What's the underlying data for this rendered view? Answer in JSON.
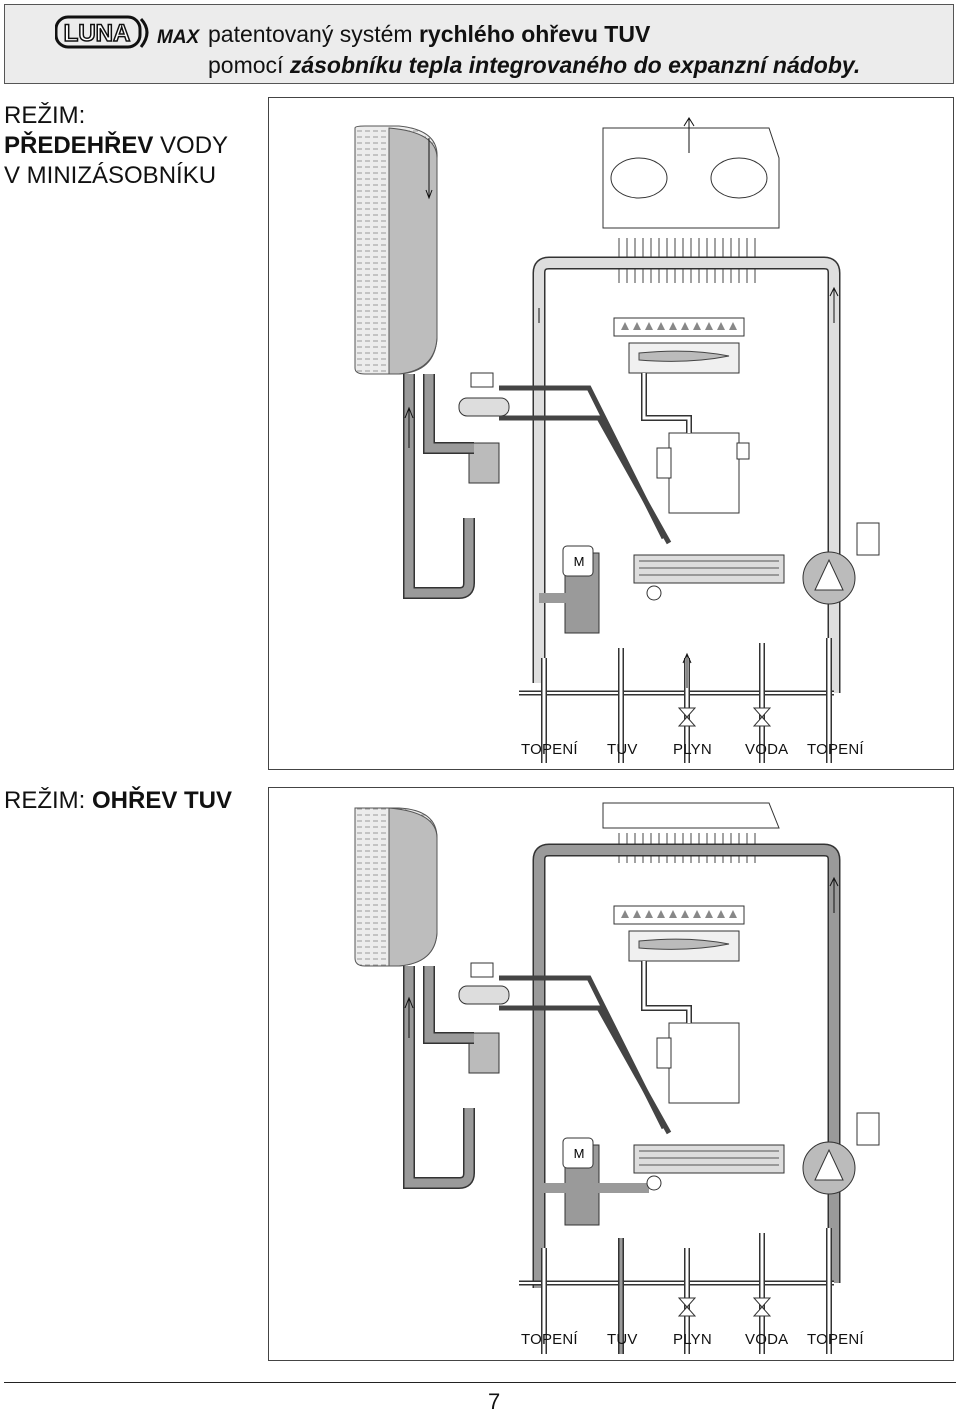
{
  "header": {
    "logo_text": "LUNA",
    "logo_suffix": "MAX",
    "line1_normal": "patentovaný systém",
    "line1_bold": "rychlého ohřevu TUV",
    "line2_normal": "pomocí",
    "line2_italic": "zásobníku tepla integrovaného do expanzní nádoby."
  },
  "modes": [
    {
      "prefix": "REŽIM:",
      "bold": "PŘEDEHŘEV",
      "rest": "VODY",
      "line2": "V MINIZÁSOBNÍKU"
    },
    {
      "prefix": "REŽIM:",
      "bold": "OHŘEV TUV"
    }
  ],
  "diagram_labels": [
    "TOPENÍ",
    "TUV",
    "PLYN",
    "VODA",
    "TOPENÍ"
  ],
  "motor_label": "M",
  "page_number": "7",
  "colors": {
    "pipe_light": "#dedede",
    "pipe_dark": "#9a9a9a",
    "header_bg": "#ececec"
  }
}
